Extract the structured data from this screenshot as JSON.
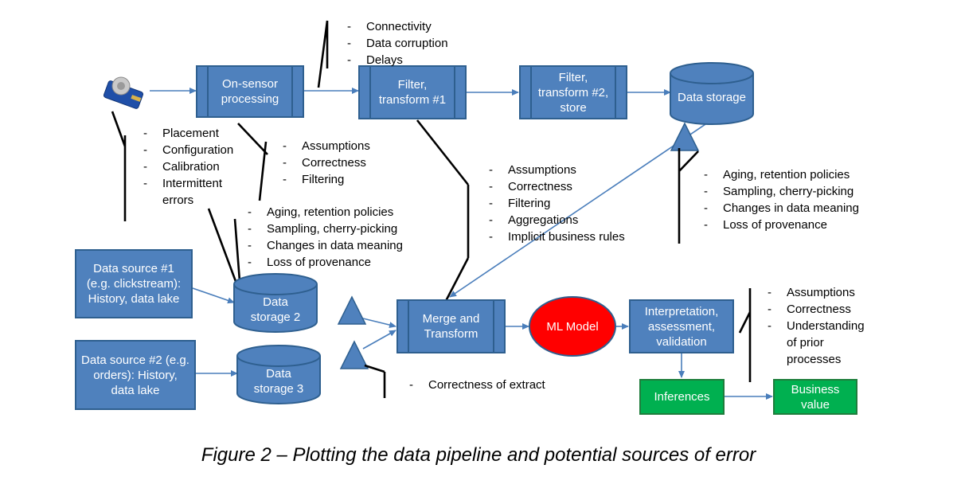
{
  "nodes": {
    "on_sensor": "On-sensor processing",
    "filter1": "Filter, transform #1",
    "filter2": "Filter, transform #2, store",
    "data_storage": "Data storage",
    "source1": "Data source #1 (e.g. clickstream): History, data lake",
    "source2": "Data source #2 (e.g. orders): History, data lake",
    "storage2": "Data storage 2",
    "storage3": "Data storage 3",
    "merge": "Merge and Transform",
    "ml": "ML Model",
    "interpret": "Interpretation, assessment, validation",
    "inferences": "Inferences",
    "business": "Business value"
  },
  "notes": {
    "network": [
      "Connectivity",
      "Data corruption",
      "Delays"
    ],
    "sensor": [
      "Placement",
      "Configuration",
      "Calibration",
      "Intermittent"
    ],
    "sensor_cont": "errors",
    "onsensor": [
      "Assumptions",
      "Correctness",
      "Filtering"
    ],
    "storage2_policy": [
      "Aging, retention policies",
      "Sampling, cherry-picking",
      "Changes in data meaning",
      "Loss of provenance"
    ],
    "filter1": [
      "Assumptions",
      "Correctness",
      "Filtering",
      "Aggregations",
      "Implicit business rules"
    ],
    "storage_policy": [
      "Aging, retention policies",
      "Sampling, cherry-picking",
      "Changes in data meaning",
      "Loss of provenance"
    ],
    "interpret": [
      "Assumptions",
      "Correctness",
      "Understanding"
    ],
    "interpret_cont": [
      "of prior",
      "processes"
    ],
    "extract": [
      "Correctness of extract"
    ]
  },
  "caption": "Figure 2 – Plotting the data pipeline and potential sources of error",
  "colors": {
    "process_fill": "#4f81bd",
    "process_border": "#2e5f8f",
    "ml_fill": "#ff0000",
    "output_fill": "#00b050",
    "connector": "#4a7ebb",
    "callout": "#000000"
  },
  "icons": {
    "sensor": "sensor-module-icon",
    "extract": "triangle-extract-icon"
  }
}
